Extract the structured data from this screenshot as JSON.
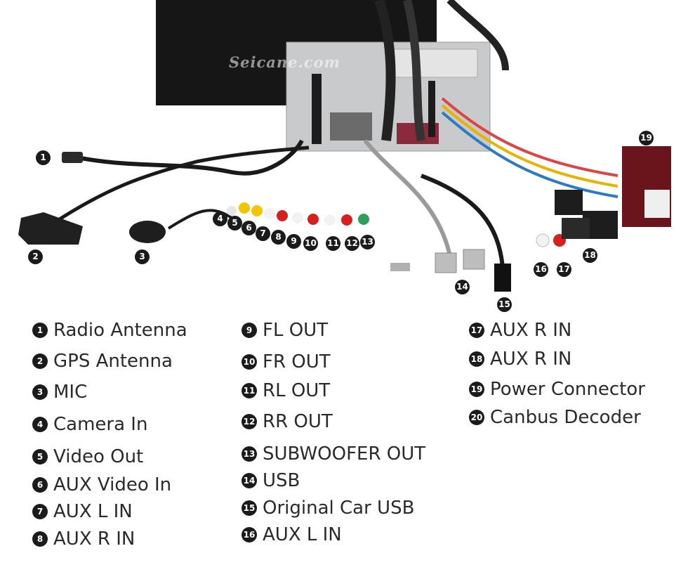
{
  "watermark": "Seicane.com",
  "photo_badges": [
    "1",
    "2",
    "3",
    "4",
    "5",
    "6",
    "7",
    "8",
    "9",
    "10",
    "11",
    "12",
    "13",
    "14",
    "15",
    "16",
    "17",
    "18",
    "19"
  ],
  "legend": {
    "col1": [
      {
        "num": "1",
        "label": "Radio Antenna"
      },
      {
        "num": "2",
        "label": "GPS Antenna"
      },
      {
        "num": "3",
        "label": "MIC"
      },
      {
        "num": "4",
        "label": "Camera In"
      },
      {
        "num": "5",
        "label": "Video Out"
      },
      {
        "num": "6",
        "label": "AUX Video In"
      },
      {
        "num": "7",
        "label": "AUX L IN"
      },
      {
        "num": "8",
        "label": "AUX R IN"
      }
    ],
    "col2": [
      {
        "num": "9",
        "label": "FL OUT"
      },
      {
        "num": "10",
        "label": "FR OUT"
      },
      {
        "num": "11",
        "label": "RL OUT"
      },
      {
        "num": "12",
        "label": "RR OUT"
      },
      {
        "num": "13",
        "label": "SUBWOOFER OUT"
      },
      {
        "num": "14",
        "label": "USB"
      },
      {
        "num": "15",
        "label": "Original Car USB"
      },
      {
        "num": "16",
        "label": "AUX L IN"
      }
    ],
    "col3": [
      {
        "num": "17",
        "label": "AUX R IN"
      },
      {
        "num": "18",
        "label": "AUX R IN"
      },
      {
        "num": "19",
        "label": "Power Connector"
      },
      {
        "num": "20",
        "label": "Canbus Decoder"
      }
    ]
  }
}
